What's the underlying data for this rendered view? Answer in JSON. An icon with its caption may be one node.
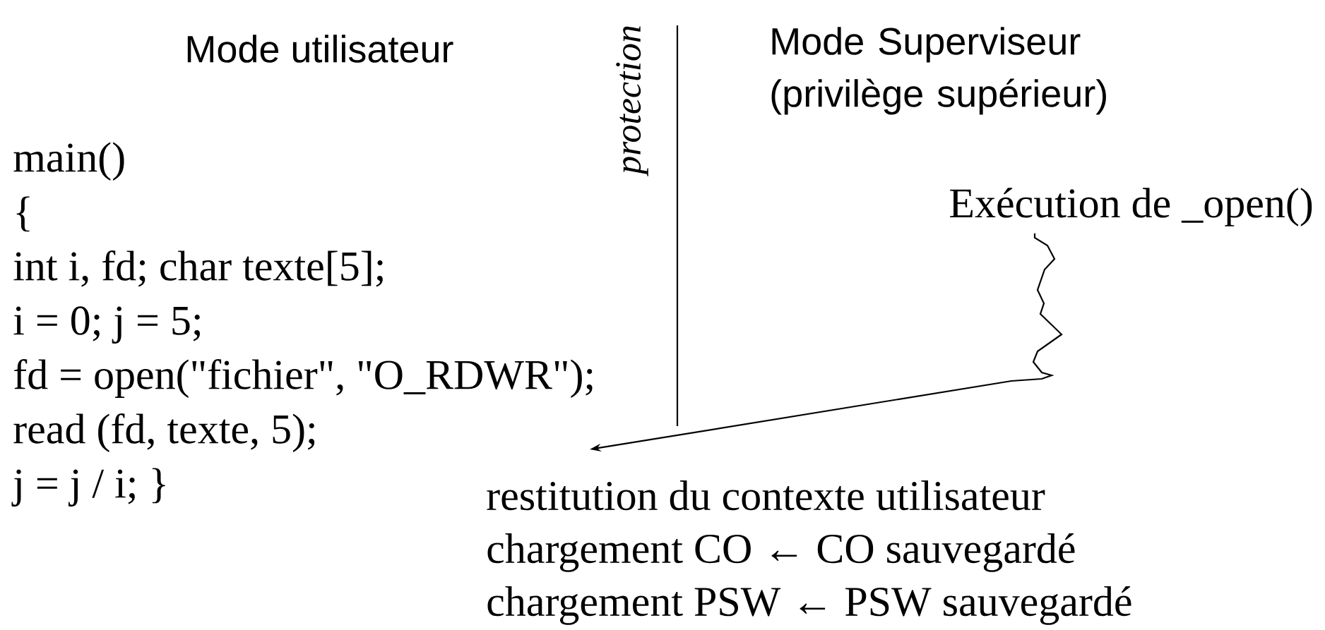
{
  "diagram": {
    "nodes": [
      {
        "text": [
          "Exécution de _open()"
        ]
      },
      {
        "text": [
          "restitution du contexte utilisateur",
          "chargement CO ← CO sauvegardé",
          "chargement PSW ← PSW sauvegardé"
        ]
      }
    ],
    "edges": [
      {
        "from": 0,
        "to": 1,
        "arrow": "to"
      }
    ],
    "labels": [
      "Mode utilisateur",
      "protection",
      "Mode Superviseur (privilège supérieur)",
      "main()",
      "{",
      "int i, fd; char texte[5];",
      "i = 0; j =  5;",
      "fd = open(\"fichier\", \"O_RDWR\");",
      "read (fd, texte, 5);",
      "j = j / i; }"
    ]
  }
}
